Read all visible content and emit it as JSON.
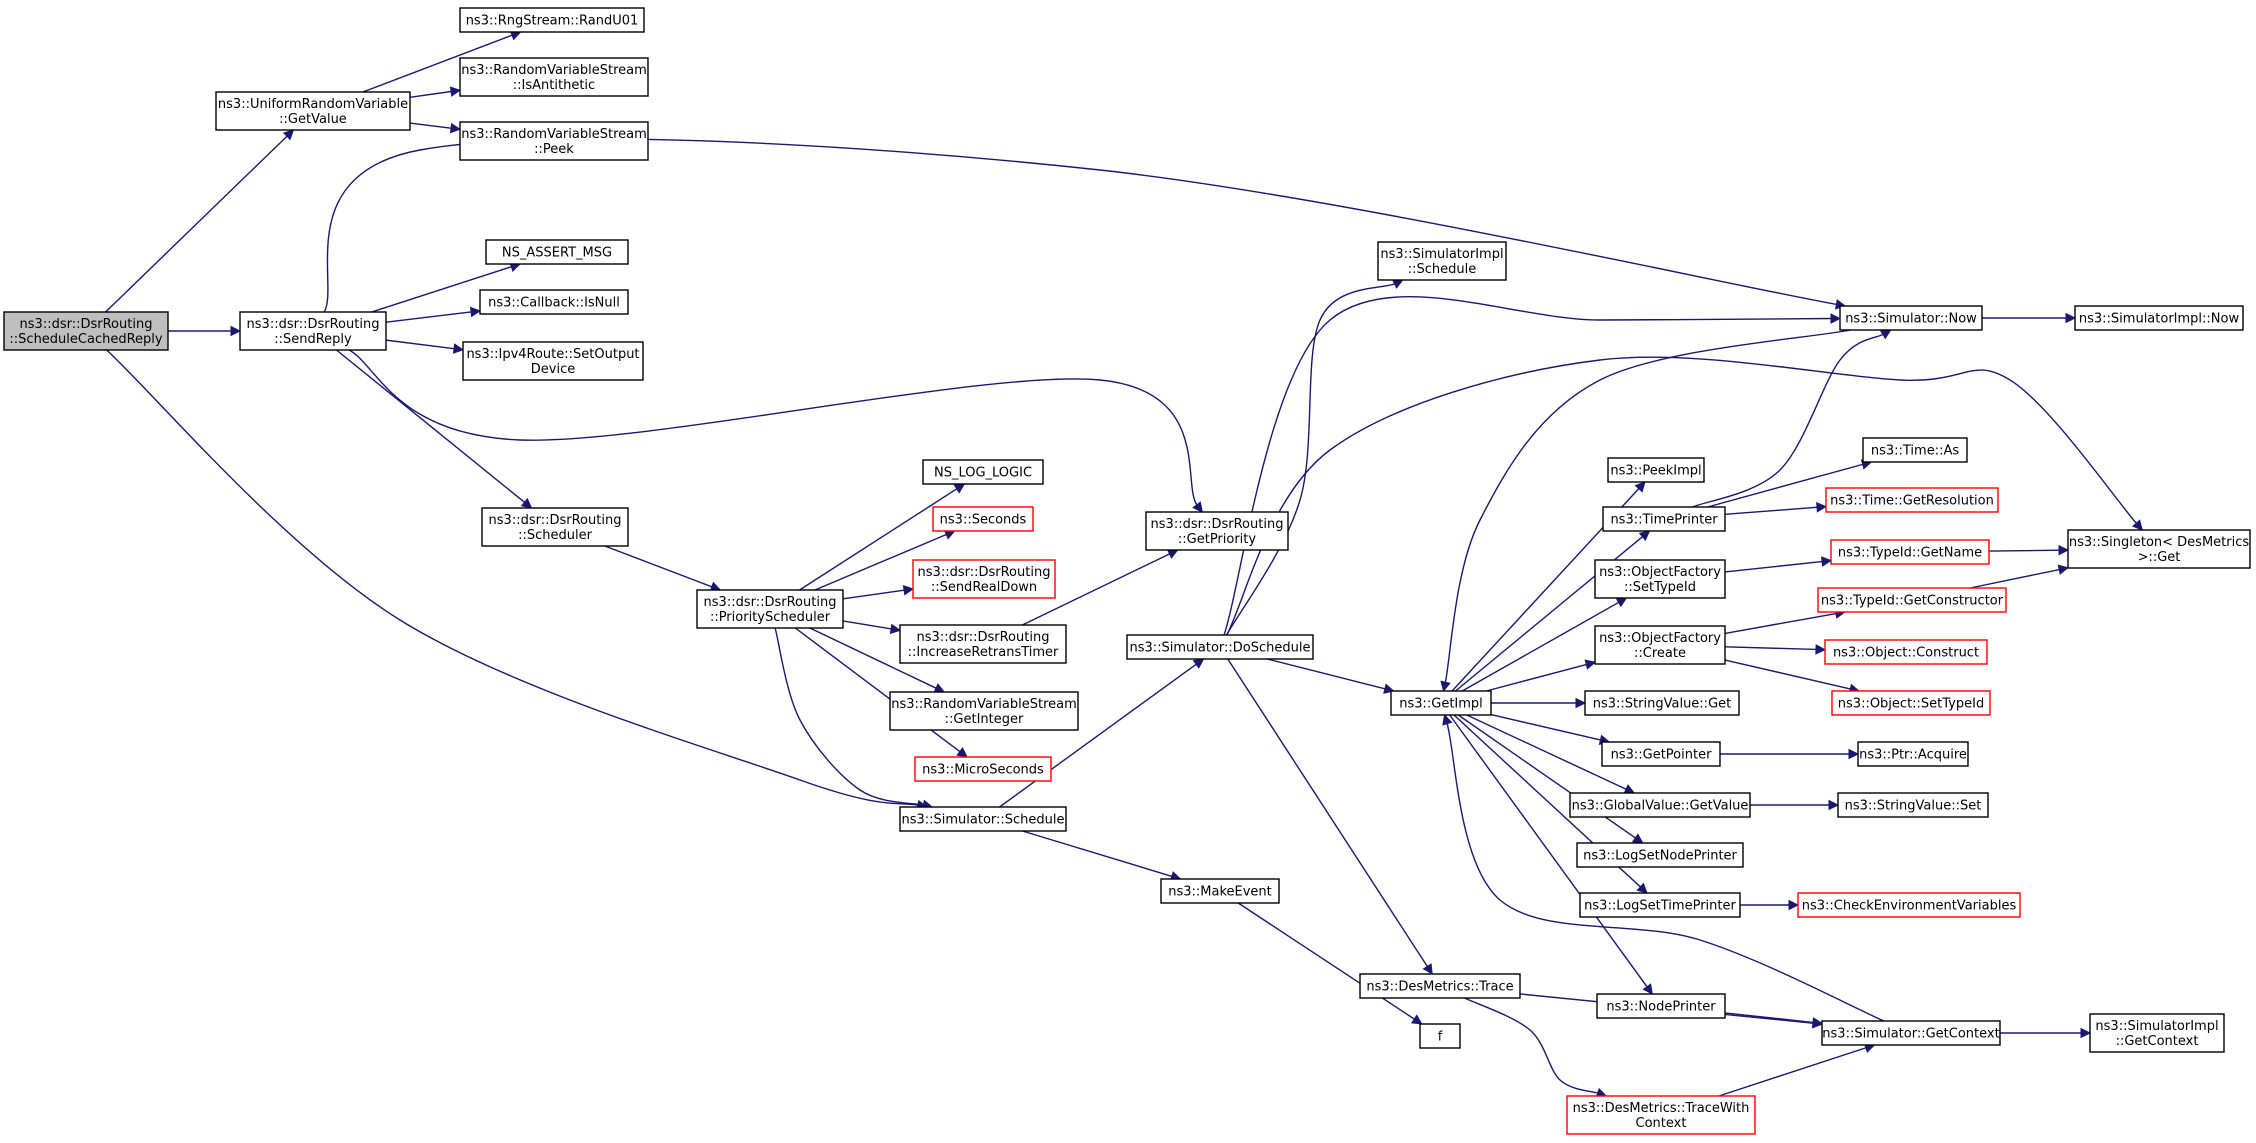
{
  "colors": {
    "edge": "#191970",
    "node_border": "#000000",
    "node_border_truncated": "#ff0000",
    "node_fill": "#ffffff",
    "root_fill": "#bfbfbf"
  },
  "nodes": [
    {
      "id": "root",
      "lines": [
        "ns3::dsr::DsrRouting",
        "::ScheduleCachedReply"
      ],
      "style": "root"
    },
    {
      "id": "urv_getvalue",
      "lines": [
        "ns3::UniformRandomVariable",
        "::GetValue"
      ],
      "style": "normal"
    },
    {
      "id": "randu01",
      "lines": [
        "ns3::RngStream::RandU01"
      ],
      "style": "normal"
    },
    {
      "id": "isantithetic",
      "lines": [
        "ns3::RandomVariableStream",
        "::IsAntithetic"
      ],
      "style": "normal"
    },
    {
      "id": "peek",
      "lines": [
        "ns3::RandomVariableStream",
        "::Peek"
      ],
      "style": "normal"
    },
    {
      "id": "sendreply",
      "lines": [
        "ns3::dsr::DsrRouting",
        "::SendReply"
      ],
      "style": "normal"
    },
    {
      "id": "ns_assert_msg",
      "lines": [
        "NS_ASSERT_MSG"
      ],
      "style": "normal"
    },
    {
      "id": "isnull",
      "lines": [
        "ns3::Callback::IsNull"
      ],
      "style": "normal"
    },
    {
      "id": "setoutputdevice",
      "lines": [
        "ns3::Ipv4Route::SetOutput",
        "Device"
      ],
      "style": "normal"
    },
    {
      "id": "scheduler",
      "lines": [
        "ns3::dsr::DsrRouting",
        "::Scheduler"
      ],
      "style": "normal"
    },
    {
      "id": "priorityscheduler",
      "lines": [
        "ns3::dsr::DsrRouting",
        "::PriorityScheduler"
      ],
      "style": "normal"
    },
    {
      "id": "ns_log_logic",
      "lines": [
        "NS_LOG_LOGIC"
      ],
      "style": "normal"
    },
    {
      "id": "seconds",
      "lines": [
        "ns3::Seconds"
      ],
      "style": "truncated"
    },
    {
      "id": "sendrealdown",
      "lines": [
        "ns3::dsr::DsrRouting",
        "::SendRealDown"
      ],
      "style": "truncated"
    },
    {
      "id": "increaseretrans",
      "lines": [
        "ns3::dsr::DsrRouting",
        "::IncreaseRetransTimer"
      ],
      "style": "normal"
    },
    {
      "id": "getinteger",
      "lines": [
        "ns3::RandomVariableStream",
        "::GetInteger"
      ],
      "style": "normal"
    },
    {
      "id": "microseconds",
      "lines": [
        "ns3::MicroSeconds"
      ],
      "style": "truncated"
    },
    {
      "id": "sim_schedule",
      "lines": [
        "ns3::Simulator::Schedule"
      ],
      "style": "normal"
    },
    {
      "id": "getpriority",
      "lines": [
        "ns3::dsr::DsrRouting",
        "::GetPriority"
      ],
      "style": "normal"
    },
    {
      "id": "makeevent",
      "lines": [
        "ns3::MakeEvent"
      ],
      "style": "normal"
    },
    {
      "id": "doschedule",
      "lines": [
        "ns3::Simulator::DoSchedule"
      ],
      "style": "normal"
    },
    {
      "id": "simimpl_schedule",
      "lines": [
        "ns3::SimulatorImpl",
        "::Schedule"
      ],
      "style": "normal"
    },
    {
      "id": "trace",
      "lines": [
        "ns3::DesMetrics::Trace"
      ],
      "style": "normal"
    },
    {
      "id": "f",
      "lines": [
        "f"
      ],
      "style": "normal"
    },
    {
      "id": "getimpl",
      "lines": [
        "ns3::GetImpl"
      ],
      "style": "normal"
    },
    {
      "id": "sim_now",
      "lines": [
        "ns3::Simulator::Now"
      ],
      "style": "normal"
    },
    {
      "id": "simimpl_now",
      "lines": [
        "ns3::SimulatorImpl::Now"
      ],
      "style": "normal"
    },
    {
      "id": "peekimpl",
      "lines": [
        "ns3::PeekImpl"
      ],
      "style": "normal"
    },
    {
      "id": "timeprinter",
      "lines": [
        "ns3::TimePrinter"
      ],
      "style": "normal"
    },
    {
      "id": "settypeid",
      "lines": [
        "ns3::ObjectFactory",
        "::SetTypeId"
      ],
      "style": "normal"
    },
    {
      "id": "create",
      "lines": [
        "ns3::ObjectFactory",
        "::Create"
      ],
      "style": "normal"
    },
    {
      "id": "stringvalue_get",
      "lines": [
        "ns3::StringValue::Get"
      ],
      "style": "normal"
    },
    {
      "id": "getpointer",
      "lines": [
        "ns3::GetPointer"
      ],
      "style": "normal"
    },
    {
      "id": "globalvalue_getvalue",
      "lines": [
        "ns3::GlobalValue::GetValue"
      ],
      "style": "normal"
    },
    {
      "id": "logsetnodeprinter",
      "lines": [
        "ns3::LogSetNodePrinter"
      ],
      "style": "normal"
    },
    {
      "id": "logsettimeprinter",
      "lines": [
        "ns3::LogSetTimePrinter"
      ],
      "style": "normal"
    },
    {
      "id": "nodeprinter",
      "lines": [
        "ns3::NodePrinter"
      ],
      "style": "normal"
    },
    {
      "id": "sim_getcontext",
      "lines": [
        "ns3::Simulator::GetContext"
      ],
      "style": "normal"
    },
    {
      "id": "tracewithcontext",
      "lines": [
        "ns3::DesMetrics::TraceWith",
        "Context"
      ],
      "style": "truncated"
    },
    {
      "id": "simimpl_getcontext",
      "lines": [
        "ns3::SimulatorImpl",
        "::GetContext"
      ],
      "style": "normal"
    },
    {
      "id": "time_as",
      "lines": [
        "ns3::Time::As"
      ],
      "style": "normal"
    },
    {
      "id": "getresolution",
      "lines": [
        "ns3::Time::GetResolution"
      ],
      "style": "truncated"
    },
    {
      "id": "typeid_getname",
      "lines": [
        "ns3::TypeId::GetName"
      ],
      "style": "truncated"
    },
    {
      "id": "singleton_get",
      "lines": [
        "ns3::Singleton< DesMetrics",
        " >::Get"
      ],
      "style": "normal"
    },
    {
      "id": "typeid_getconstructor",
      "lines": [
        "ns3::TypeId::GetConstructor"
      ],
      "style": "truncated"
    },
    {
      "id": "object_construct",
      "lines": [
        "ns3::Object::Construct"
      ],
      "style": "truncated"
    },
    {
      "id": "object_settypeid",
      "lines": [
        "ns3::Object::SetTypeId"
      ],
      "style": "truncated"
    },
    {
      "id": "ptr_acquire",
      "lines": [
        "ns3::Ptr::Acquire"
      ],
      "style": "normal"
    },
    {
      "id": "stringvalue_set",
      "lines": [
        "ns3::StringValue::Set"
      ],
      "style": "normal"
    },
    {
      "id": "checkenvvars",
      "lines": [
        "ns3::CheckEnvironmentVariables"
      ],
      "style": "truncated"
    }
  ],
  "edges": [
    [
      "root",
      "urv_getvalue"
    ],
    [
      "root",
      "sendreply"
    ],
    [
      "root",
      "sim_schedule"
    ],
    [
      "urv_getvalue",
      "randu01"
    ],
    [
      "urv_getvalue",
      "isantithetic"
    ],
    [
      "urv_getvalue",
      "peek"
    ],
    [
      "sendreply",
      "sim_now"
    ],
    [
      "sendreply",
      "ns_assert_msg"
    ],
    [
      "sendreply",
      "isnull"
    ],
    [
      "sendreply",
      "setoutputdevice"
    ],
    [
      "sendreply",
      "scheduler"
    ],
    [
      "sendreply",
      "getpriority"
    ],
    [
      "scheduler",
      "priorityscheduler"
    ],
    [
      "priorityscheduler",
      "ns_log_logic"
    ],
    [
      "priorityscheduler",
      "seconds"
    ],
    [
      "priorityscheduler",
      "sendrealdown"
    ],
    [
      "priorityscheduler",
      "increaseretrans"
    ],
    [
      "priorityscheduler",
      "getinteger"
    ],
    [
      "priorityscheduler",
      "microseconds"
    ],
    [
      "priorityscheduler",
      "sim_schedule"
    ],
    [
      "increaseretrans",
      "getpriority"
    ],
    [
      "sim_schedule",
      "doschedule"
    ],
    [
      "sim_schedule",
      "makeevent"
    ],
    [
      "makeevent",
      "f"
    ],
    [
      "doschedule",
      "simimpl_schedule"
    ],
    [
      "doschedule",
      "sim_now"
    ],
    [
      "doschedule",
      "singleton_get"
    ],
    [
      "doschedule",
      "getimpl"
    ],
    [
      "doschedule",
      "trace"
    ],
    [
      "trace",
      "sim_getcontext"
    ],
    [
      "trace",
      "tracewithcontext"
    ],
    [
      "tracewithcontext",
      "sim_getcontext"
    ],
    [
      "sim_now",
      "simimpl_now"
    ],
    [
      "sim_now",
      "getimpl"
    ],
    [
      "getimpl",
      "peekimpl"
    ],
    [
      "getimpl",
      "timeprinter"
    ],
    [
      "getimpl",
      "settypeid"
    ],
    [
      "getimpl",
      "create"
    ],
    [
      "getimpl",
      "stringvalue_get"
    ],
    [
      "getimpl",
      "getpointer"
    ],
    [
      "getimpl",
      "globalvalue_getvalue"
    ],
    [
      "getimpl",
      "logsetnodeprinter"
    ],
    [
      "getimpl",
      "logsettimeprinter"
    ],
    [
      "getimpl",
      "nodeprinter"
    ],
    [
      "timeprinter",
      "sim_now"
    ],
    [
      "timeprinter",
      "time_as"
    ],
    [
      "timeprinter",
      "getresolution"
    ],
    [
      "settypeid",
      "typeid_getname"
    ],
    [
      "typeid_getname",
      "singleton_get"
    ],
    [
      "create",
      "typeid_getconstructor"
    ],
    [
      "create",
      "object_construct"
    ],
    [
      "create",
      "object_settypeid"
    ],
    [
      "typeid_getconstructor",
      "singleton_get"
    ],
    [
      "getpointer",
      "ptr_acquire"
    ],
    [
      "globalvalue_getvalue",
      "stringvalue_set"
    ],
    [
      "logsettimeprinter",
      "checkenvvars"
    ],
    [
      "nodeprinter",
      "sim_getcontext"
    ],
    [
      "sim_getcontext",
      "getimpl"
    ],
    [
      "sim_getcontext",
      "simimpl_getcontext"
    ]
  ]
}
